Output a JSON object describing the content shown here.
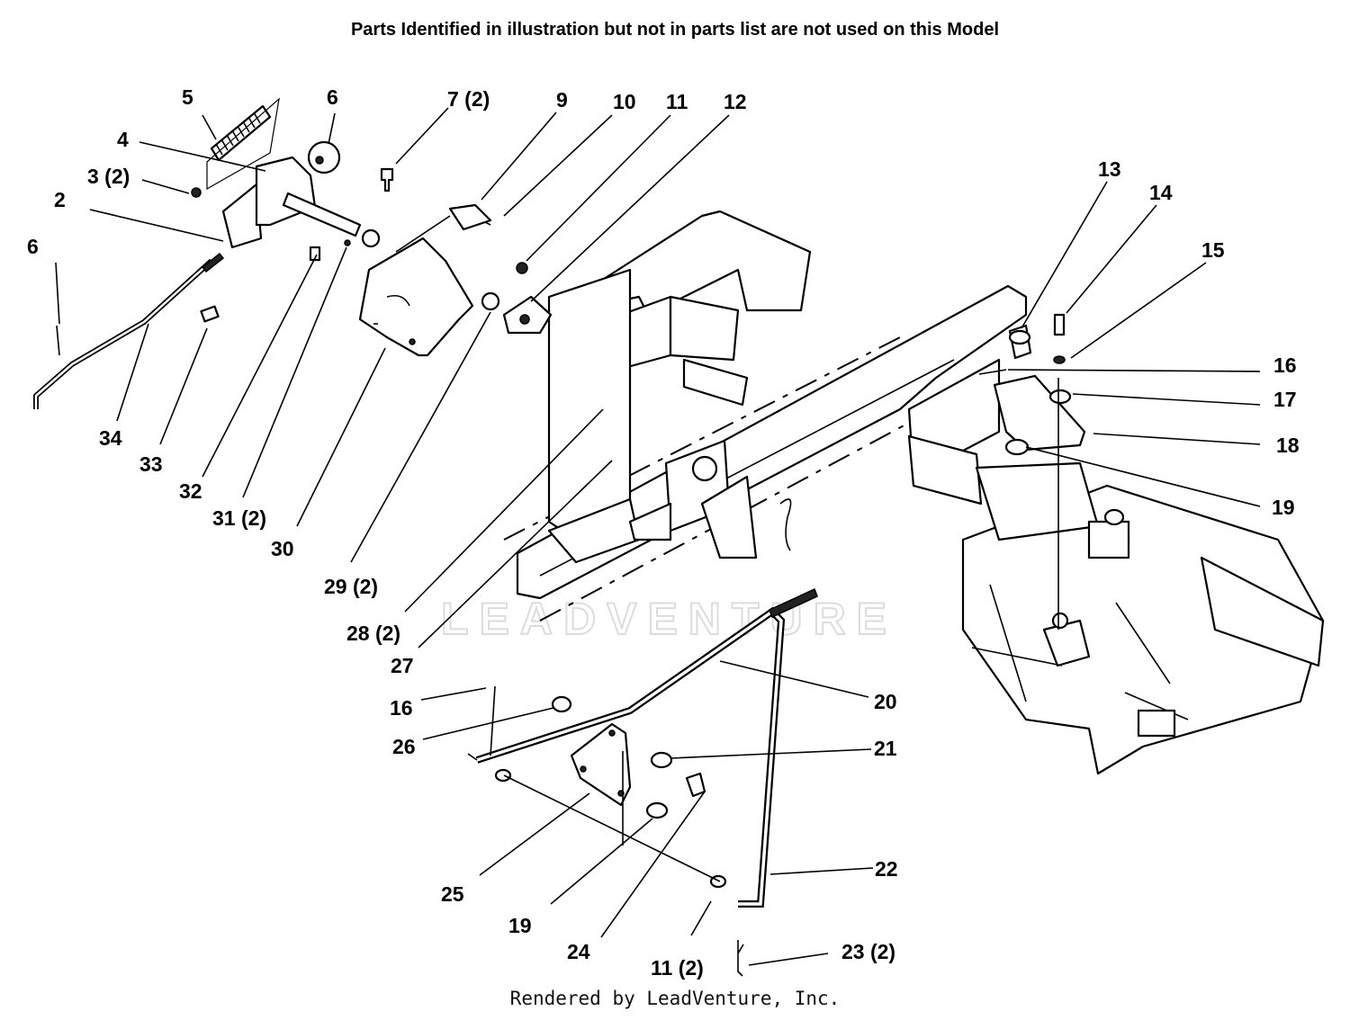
{
  "header": {
    "note": "Parts Identified  in illustration but not in parts list are not used on this Model"
  },
  "watermark": "LEADVENTURE",
  "footer": {
    "credit": "Rendered by LeadVenture, Inc."
  },
  "callouts": {
    "c2": "2",
    "c3": "3 (2)",
    "c4": "4",
    "c5": "5",
    "c6a": "6",
    "c6b": "6",
    "c7": "7 (2)",
    "c9": "9",
    "c10": "10",
    "c11a": "11",
    "c12": "12",
    "c13": "13",
    "c14": "14",
    "c15": "15",
    "c16a": "16",
    "c17": "17",
    "c18": "18",
    "c19a": "19",
    "c20": "20",
    "c21": "21",
    "c22": "22",
    "c23": "23 (2)",
    "c11b": "11 (2)",
    "c24": "24",
    "c19b": "19",
    "c25": "25",
    "c26": "26",
    "c16b": "16",
    "c27": "27",
    "c28": "28 (2)",
    "c29": "29 (2)",
    "c30": "30",
    "c31": "31 (2)",
    "c32": "32",
    "c33": "33",
    "c34": "34"
  }
}
